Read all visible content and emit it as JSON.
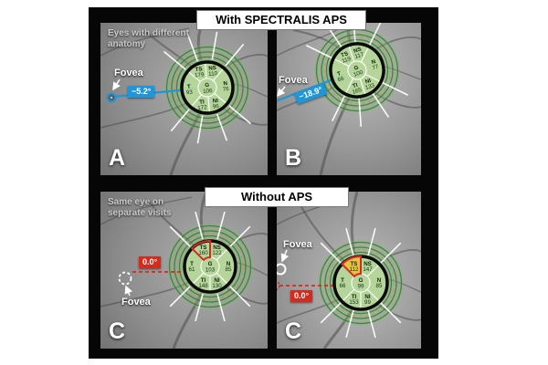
{
  "figure": {
    "headers": [
      {
        "label": "With SPECTRALIS APS"
      },
      {
        "label": "Without APS"
      }
    ],
    "colors": {
      "accent_blue": "#1f96d8",
      "accent_red": "#d42b1f",
      "sector_green": "#b7d79b",
      "ring_green": "#2e7d35",
      "highlight_yellow": "#e9c33c",
      "canvas_black": "#060606"
    },
    "panels": [
      {
        "letter": "A",
        "caption": "Eyes with different\nanatomy",
        "fovea_label": "Fovea",
        "angle": "−5.2°",
        "angle_color": "blue",
        "rotation": -5.2,
        "sectors": {
          "TS": "179",
          "NS": "110",
          "T": "93",
          "G": "106",
          "N": "76",
          "TI": "172",
          "NI": "96"
        },
        "highlight": null
      },
      {
        "letter": "B",
        "caption": "",
        "fovea_label": "Fovea",
        "angle": "−18.9°",
        "angle_color": "blue",
        "rotation": -18.9,
        "sectors": {
          "TS": "119",
          "NS": "117",
          "T": "66",
          "G": "100",
          "N": "77",
          "TI": "165",
          "NI": "133"
        },
        "highlight": null
      },
      {
        "letter": "C",
        "caption": "Same eye on\nseparate visits",
        "fovea_label": "Fovea",
        "angle": "0.0°",
        "angle_color": "red",
        "rotation": 0,
        "sectors": {
          "TS": "160",
          "NS": "122",
          "T": "61",
          "G": "103",
          "N": "85",
          "TI": "148",
          "NI": "130"
        },
        "highlight": {
          "sector": "TS",
          "outline": "red",
          "fill": null
        }
      },
      {
        "letter": "C",
        "caption": "",
        "fovea_label": "Fovea",
        "angle": "0.0°",
        "angle_color": "red",
        "rotation": 0,
        "sectors": {
          "TS": "112",
          "NS": "147",
          "T": "66",
          "G": "99",
          "N": "85",
          "TI": "153",
          "NI": "99"
        },
        "highlight": {
          "sector": "TS",
          "outline": "red",
          "fill": "yellow"
        }
      }
    ]
  }
}
